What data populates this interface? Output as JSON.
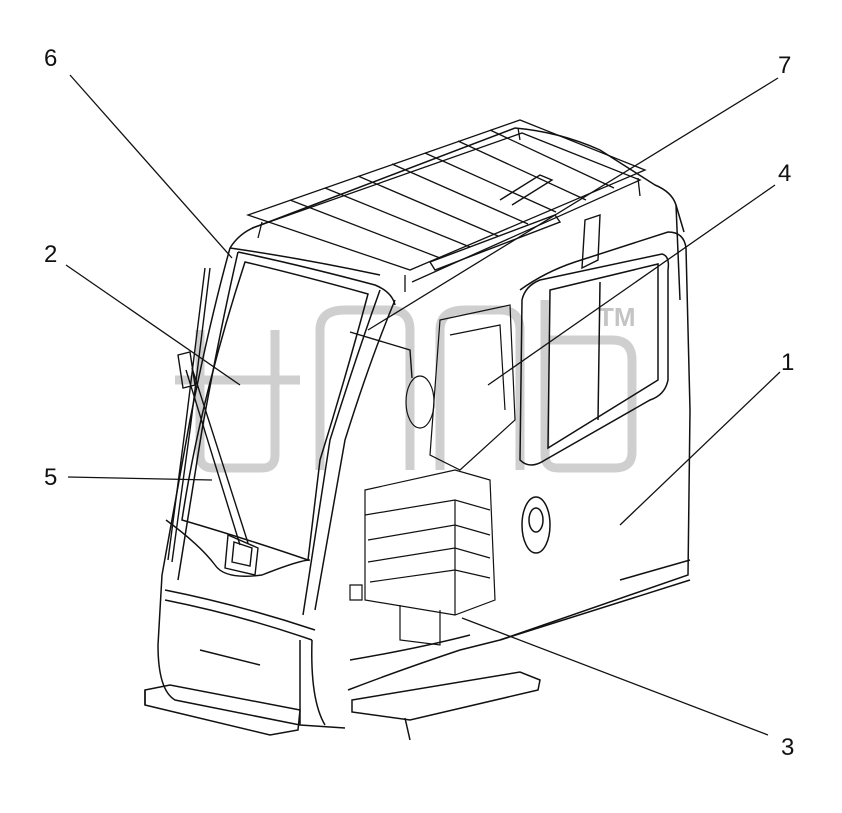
{
  "figure": {
    "callouts": [
      {
        "id": "6",
        "label": "6"
      },
      {
        "id": "7",
        "label": "7"
      },
      {
        "id": "2",
        "label": "2"
      },
      {
        "id": "4",
        "label": "4"
      },
      {
        "id": "1",
        "label": "1"
      },
      {
        "id": "5",
        "label": "5"
      },
      {
        "id": "3",
        "label": "3"
      }
    ],
    "watermark": {
      "text": "TM"
    },
    "colors": {
      "line": "#111111",
      "watermark": "#c4c4c4",
      "fill": "#ffffff"
    }
  }
}
